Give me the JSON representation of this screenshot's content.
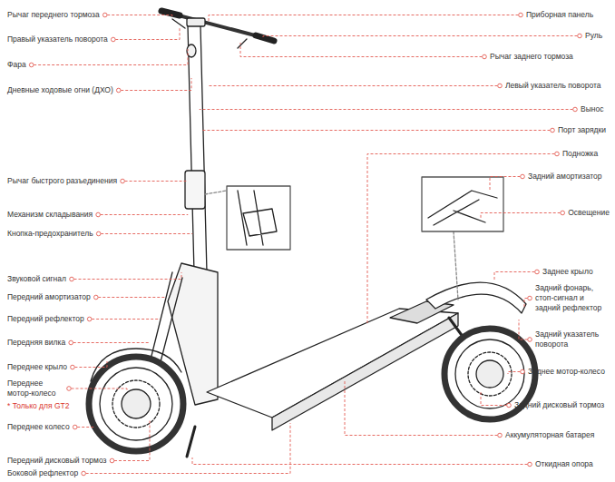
{
  "diagram": {
    "labels": [
      "Рычаг переднего тормоза",
      "Правый указатель поворота",
      "Фара",
      "Дневные ходовые огни (ДХО)",
      "Рычаг быстрого разъединения",
      "Механизм складывания",
      "Кнопка-предохранитель",
      "Звуковой сигнал",
      "Передний амортизатор",
      "Передний рефлектор",
      "Передняя вилка",
      "Переднее крыло",
      "Переднее мотор-колесо",
      "* Только для GT2",
      "Переднее колесо",
      "Передний дисковый тормоз",
      "Боковой рефлектор",
      "Приборная панель",
      "Руль",
      "Рычаг заднего тормоза",
      "Левый указатель поворота",
      "Вынос",
      "Порт зарядки",
      "Подножка",
      "Задний амортизатор",
      "Освещение",
      "Заднее крыло",
      "Задний фонарь, стоп-сигнал и задний рефлектор",
      "Задний указатель поворота",
      "Заднее мотор-колесо",
      "Задний дисковый тормоз",
      "Аккумуляторная батарея",
      "Откидная опора"
    ]
  }
}
